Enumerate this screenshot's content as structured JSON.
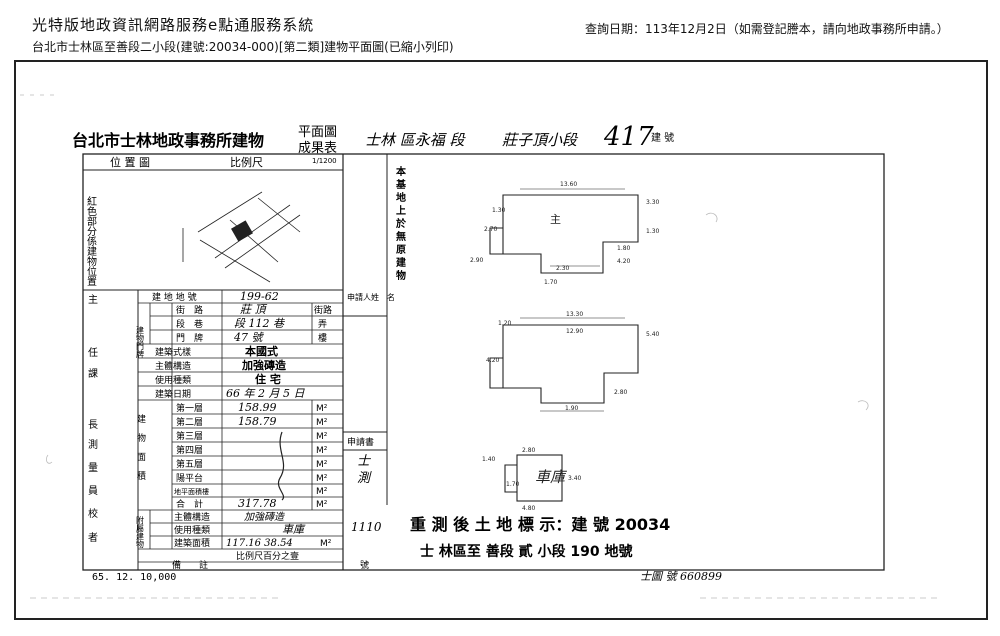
{
  "header": {
    "title": "光特版地政資訊網路服務e點通服務系統",
    "subtitle": "台北市士林區至善段二小段(建號:20034-000)[第二類]建物平面圖(已縮小列印)",
    "query_date": "查詢日期：113年12月2日（如需登記謄本，請向地政事務所申請。）"
  },
  "form": {
    "title_main": "台北市士林地政事務所建物",
    "title_stack_1": "平面圖",
    "title_stack_2": "成果表",
    "hw_location": "士林 區永福  段",
    "hw_subsection": "莊子頂小段",
    "hw_number": "417",
    "label_build_no": "建 號",
    "location_map": "位   置   圖",
    "scale_label": "比例尺",
    "scale_value": "1/1200",
    "red_note": "紅色部分係建物位置",
    "left_main": "主",
    "left_ren": "任",
    "left_ke": "課",
    "left_zhang": "長",
    "left_ce": "測",
    "left_liang": "量",
    "left_yuan": "員",
    "left_jiao": "校",
    "left_zhe": "者"
  },
  "table": {
    "land_no_label": "建 地 地 號",
    "land_no_value": "199-62",
    "street_label": "街　路",
    "street_value": "莊 頂",
    "street_suffix": "街路",
    "section_label": "段　巷",
    "section_value": "段 112 巷",
    "section_suffix": "弄",
    "door_label": "門　牌",
    "door_value": "47 號",
    "door_suffix": "樓",
    "group_label": "建物門牌",
    "style_label": "建築式樣",
    "style_value": "本國式",
    "structure_label": "主體構造",
    "structure_value": "加強磚造",
    "use_label": "使用種類",
    "use_value": "住 宅",
    "date_label": "建築日期",
    "date_value": "66 年  2 月  5 日",
    "floors": [
      {
        "label": "第一層",
        "value": "158.99",
        "unit": "M²"
      },
      {
        "label": "第二層",
        "value": "158.79",
        "unit": "M²"
      },
      {
        "label": "第三層",
        "value": "",
        "unit": "M²"
      },
      {
        "label": "第四層",
        "value": "",
        "unit": "M²"
      },
      {
        "label": "第五層",
        "value": "",
        "unit": "M²"
      },
      {
        "label": "陽平台",
        "value": "",
        "unit": "M²"
      },
      {
        "label": "地平面積樓",
        "value": "",
        "unit": "M²"
      },
      {
        "label": "合　計",
        "value": "317.78",
        "unit": "M²"
      }
    ],
    "area_group": "建物面積",
    "annex_structure_label": "主體構造",
    "annex_structure_value": "加強磚造",
    "annex_use_label": "使用種類",
    "annex_use_value": "車庫",
    "annex_area_label": "建築面積",
    "annex_area_value": "117.16  38.54",
    "annex_area_unit": "M²",
    "annex_group": "附屬建物",
    "scale_row": "比例尺百分之壹",
    "remarks_label": "備　　註",
    "applicant_label": "申請人姓　名",
    "application_label": "申請書",
    "application_value": "士測字第1110號",
    "app_hw_1": "士",
    "app_hw_2": "測",
    "app_hw_3": "1110",
    "app_suffix": "號"
  },
  "plans": {
    "top_label": "主",
    "bottom_label": "車庫",
    "dims_top": [
      "13.60",
      "1.30",
      "3.30",
      "2.70",
      "1.30",
      "1.80",
      "2.30",
      "4.20",
      "2.90",
      "1.70"
    ],
    "dims_mid": [
      "13.30",
      "12.90",
      "1.20",
      "5.40",
      "4.20",
      "1.90",
      "2.80"
    ],
    "dims_bot": [
      "2.80",
      "1.40",
      "1.70",
      "3.40",
      "4.80"
    ]
  },
  "vertical_note": "本基地上於無原建物",
  "remeasure": {
    "line1": "重 測 後 土 地 標 示：建 號 20034",
    "line2": "士  林區至 善段 貳 小段 190 地號"
  },
  "footer": {
    "date_code": "65. 12. 10,000",
    "map_no": "士圖 號 660899"
  }
}
